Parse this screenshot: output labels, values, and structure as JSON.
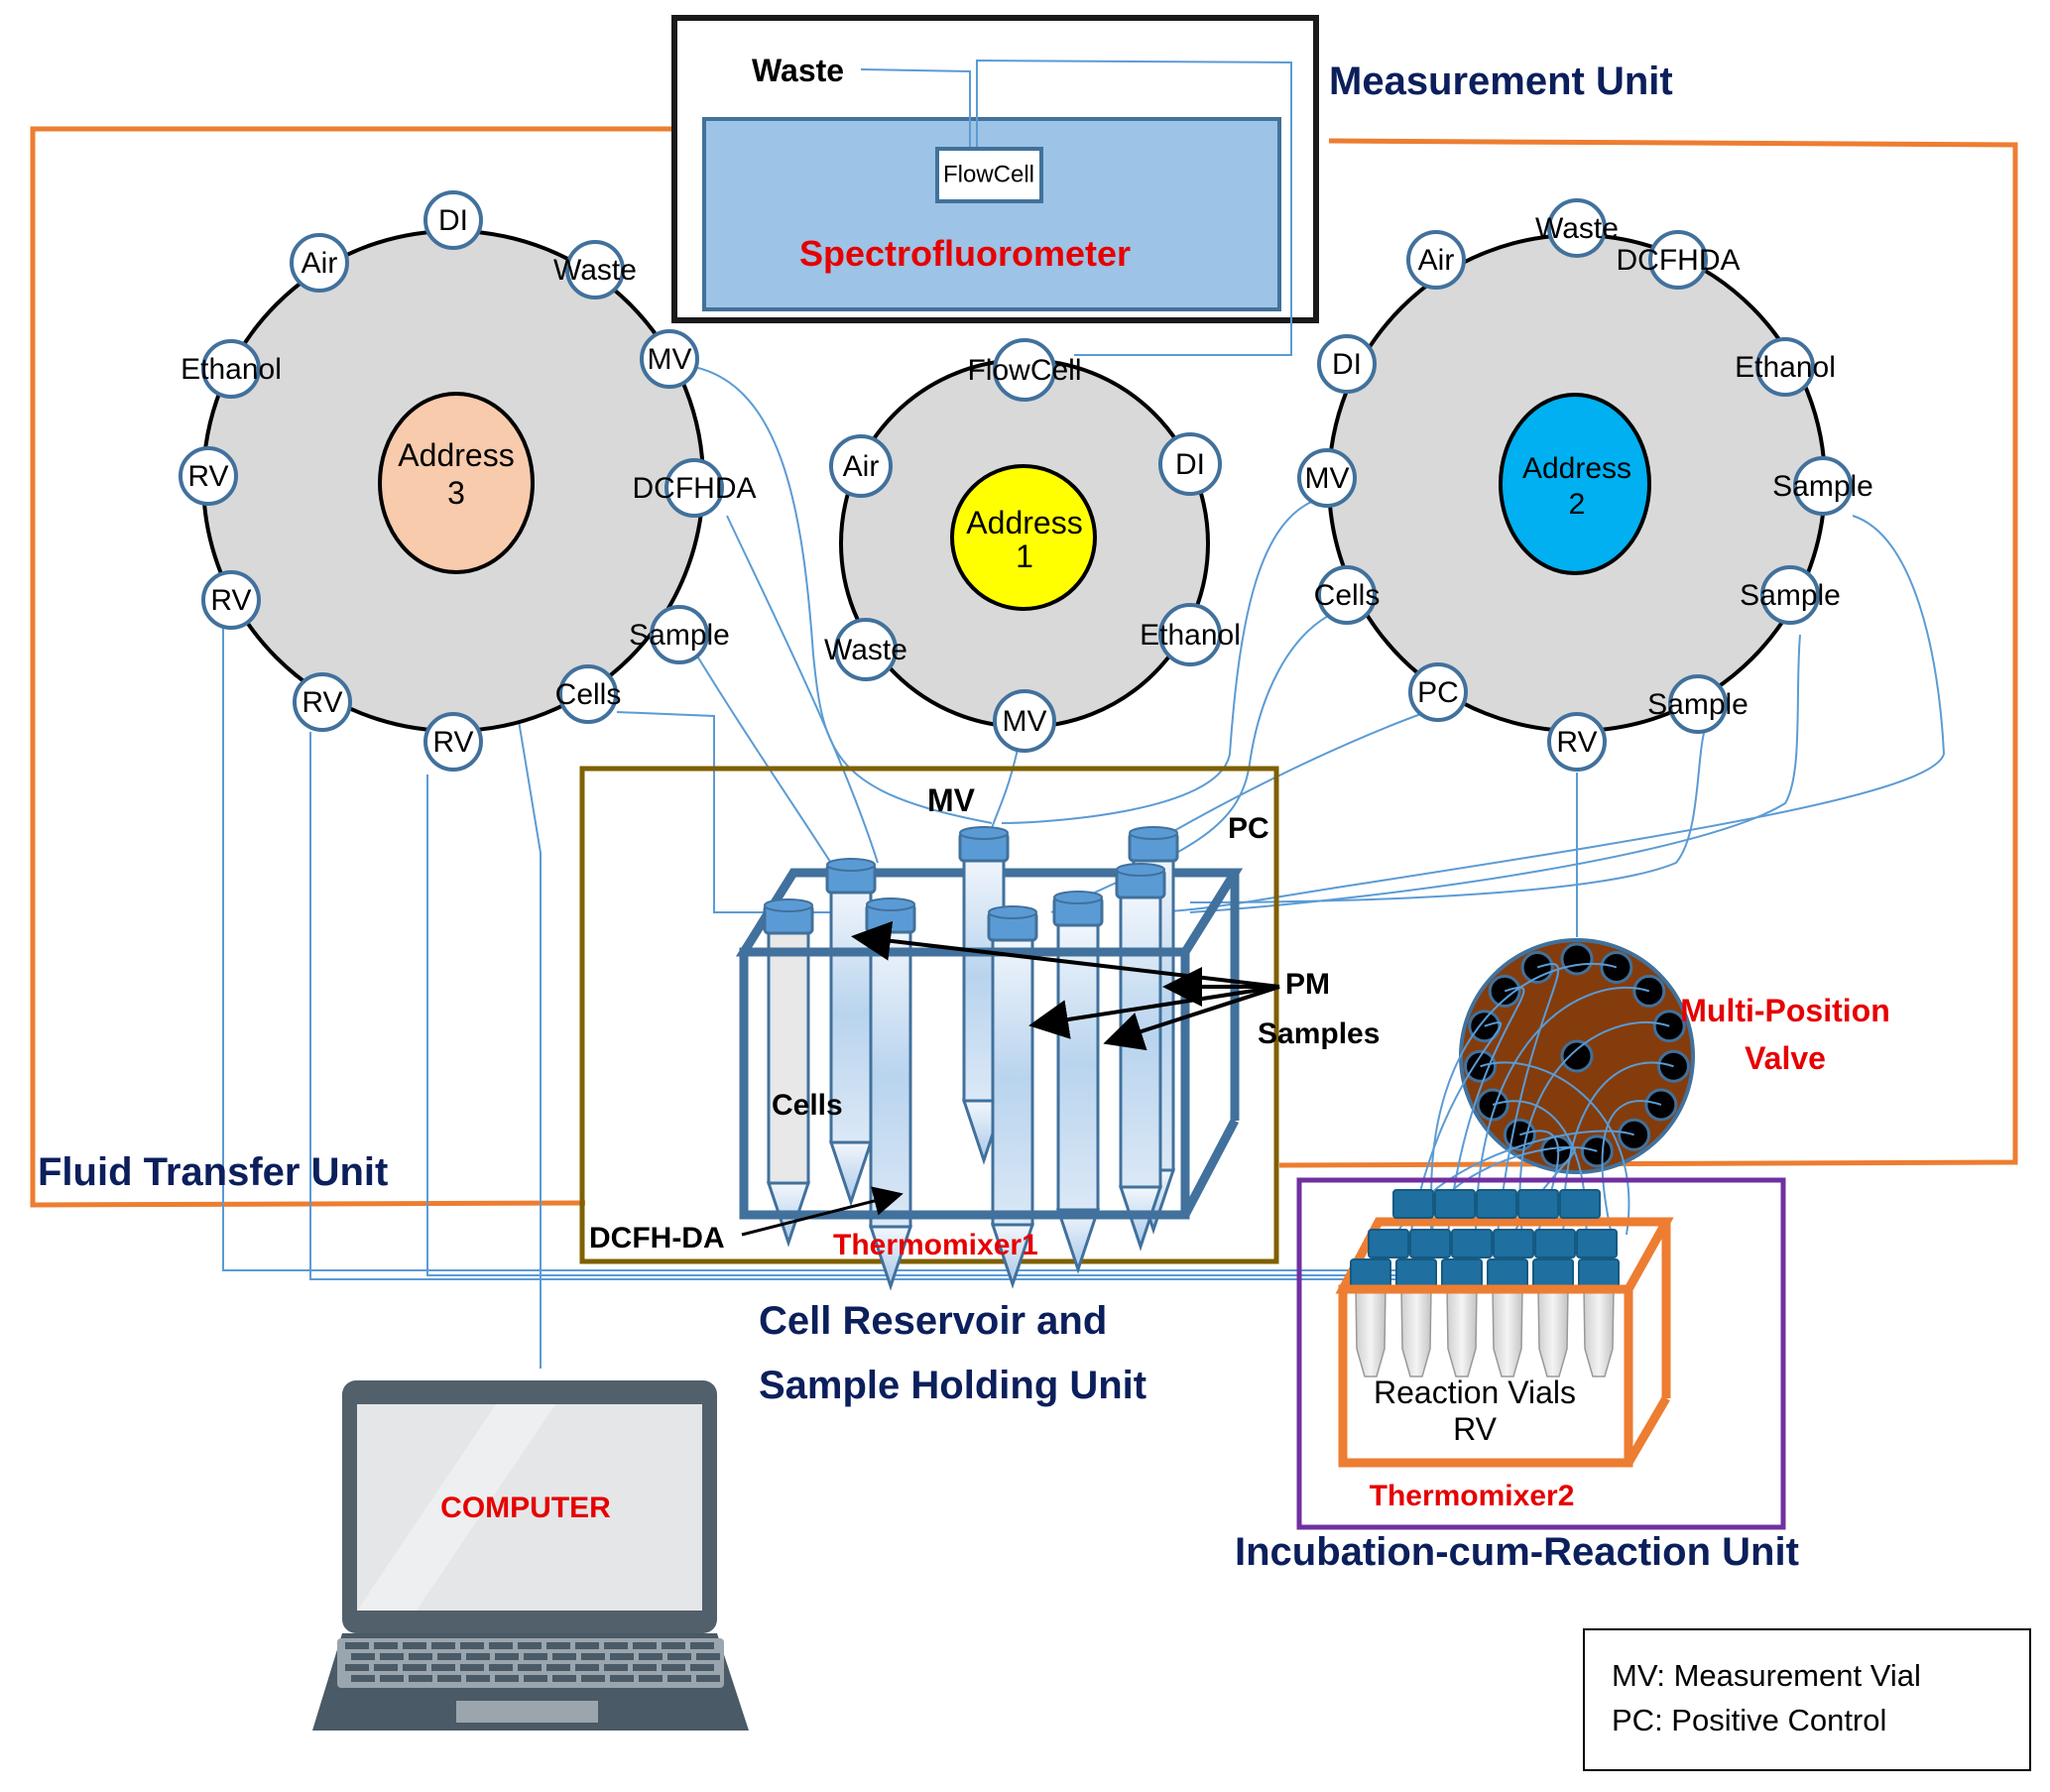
{
  "units": {
    "measurement": "Measurement Unit",
    "fluid_transfer": "Fluid Transfer Unit",
    "cell_reservoir_line1": "Cell Reservoir and",
    "cell_reservoir_line2": "Sample Holding Unit",
    "incubation": "Incubation-cum-Reaction Unit"
  },
  "measurement_unit": {
    "waste_label": "Waste",
    "flowcell_label": "FlowCell",
    "instrument_label": "Spectrofluorometer"
  },
  "valves": [
    {
      "name": "Address 3",
      "line1": "Address",
      "line2": "3",
      "center_color": "#f8cbad",
      "ports": [
        "DI",
        "Waste",
        "MV",
        "DCFHDA",
        "Sample",
        "Cells",
        "RV",
        "RV",
        "RV",
        "RV",
        "Ethanol",
        "Air"
      ]
    },
    {
      "name": "Address 1",
      "line1": "Address",
      "line2": "1",
      "center_color": "#ffff00",
      "ports": [
        "FlowCell",
        "DI",
        "Ethanol",
        "MV",
        "Waste",
        "Air"
      ]
    },
    {
      "name": "Address 2",
      "line1": "Address",
      "line2": "2",
      "center_color": "#00b0f0",
      "ports": [
        "Waste",
        "DCFHDA",
        "Ethanol",
        "Sample",
        "Sample",
        "Sample",
        "RV",
        "PC",
        "Cells",
        "MV",
        "DI",
        "Air"
      ]
    }
  ],
  "sample_holding": {
    "mv_label": "MV",
    "pc_label": "PC",
    "pm_label_line1": "PM",
    "pm_label_line2": "Samples",
    "cells_label": "Cells",
    "dcfhda_label": "DCFH-DA",
    "thermomixer_label": "Thermomixer1"
  },
  "multi_position_valve": {
    "label_line1": "Multi-Position",
    "label_line2": "Valve",
    "port_count": 16
  },
  "incubation_unit": {
    "vials_line1": "Reaction Vials",
    "vials_line2": "RV",
    "thermomixer_label": "Thermomixer2"
  },
  "computer": {
    "screen_label": "COMPUTER"
  },
  "legend": {
    "line1": "MV: Measurement Vial",
    "line2": "PC: Positive Control"
  },
  "colors": {
    "unit_title": "#0b1f5c",
    "fluid_border": "#ed7d31",
    "holding_border": "#7f6000",
    "incubation_border": "#7030a0",
    "tubing": "#5b9bd5",
    "valve_body": "#843c0c",
    "spectro_fill": "#9dc3e6",
    "accent_red": "#e60000"
  }
}
